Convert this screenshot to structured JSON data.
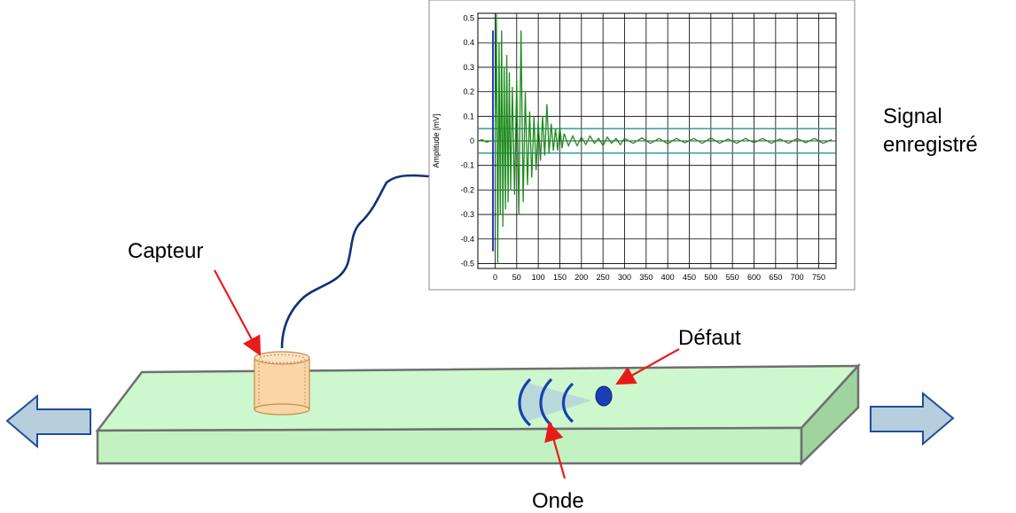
{
  "labels": {
    "sensor": "Capteur",
    "defect": "Défaut",
    "wave": "Onde",
    "signal_line1": "Signal",
    "signal_line2": "enregistré"
  },
  "colors": {
    "plate_face": "#cdf7cd",
    "plate_side": "#9fd49f",
    "arrow_fill": "#b7cfdc",
    "arrow_stroke": "#1f4e9a",
    "signal_green": "#1e8c1e",
    "threshold_teal": "#2a8f9a",
    "annotation_red": "#e81b1b",
    "defect_blue": "#1a3fb5",
    "cable_navy": "#13307a"
  },
  "icons": [
    "left-arrow-icon",
    "right-arrow-icon",
    "sensor-icon",
    "defect-icon",
    "wave-icon"
  ],
  "chart_data": {
    "type": "line",
    "title": "",
    "xlabel": "",
    "ylabel": "Amplitude [mV]",
    "xlim": [
      -40,
      790
    ],
    "ylim": [
      -0.52,
      0.52
    ],
    "xticks": [
      0,
      50,
      100,
      150,
      200,
      250,
      300,
      350,
      400,
      450,
      500,
      550,
      600,
      650,
      700,
      750
    ],
    "yticks": [
      -0.5,
      -0.4,
      -0.3,
      -0.2,
      -0.1,
      0,
      0.1,
      0.2,
      0.3,
      0.4,
      0.5
    ],
    "ytick_labels": [
      "-0.5",
      "-0.4",
      "-0.3",
      "-0.2",
      "-0.1",
      "0",
      "0.1",
      "0.2",
      "0.3",
      "0.4",
      "0.5"
    ],
    "grid": true,
    "thresholds": [
      0.05,
      -0.05
    ],
    "trigger": {
      "x": -5,
      "y_range": [
        -0.45,
        0.45
      ]
    },
    "series": [
      {
        "color": "green",
        "x": [
          -40,
          -30,
          -20,
          -10,
          0,
          3,
          6,
          9,
          12,
          15,
          18,
          21,
          24,
          27,
          30,
          33,
          36,
          40,
          45,
          50,
          55,
          60,
          65,
          70,
          75,
          80,
          85,
          90,
          95,
          100,
          105,
          110,
          115,
          120,
          125,
          130,
          135,
          140,
          145,
          150,
          155,
          160,
          170,
          180,
          190,
          200,
          210,
          220,
          230,
          240,
          250,
          260,
          270,
          280,
          290,
          300,
          320,
          340,
          360,
          380,
          400,
          420,
          440,
          460,
          480,
          500,
          520,
          540,
          560,
          580,
          600,
          620,
          640,
          660,
          680,
          700,
          720,
          740,
          760,
          780
        ],
        "y": [
          0.0,
          0.005,
          -0.005,
          0.0,
          0.0,
          0.52,
          -0.5,
          0.4,
          -0.3,
          0.45,
          -0.35,
          0.3,
          -0.28,
          0.35,
          -0.25,
          0.28,
          -0.2,
          0.22,
          -0.22,
          0.25,
          -0.3,
          0.45,
          -0.25,
          0.2,
          -0.18,
          0.12,
          -0.15,
          0.1,
          -0.12,
          0.08,
          -0.08,
          0.1,
          -0.06,
          0.15,
          -0.05,
          0.07,
          -0.04,
          0.05,
          -0.04,
          0.06,
          -0.03,
          0.03,
          -0.02,
          0.02,
          -0.02,
          0.015,
          -0.015,
          0.02,
          -0.01,
          0.01,
          -0.02,
          0.015,
          -0.01,
          0.01,
          -0.015,
          0.01,
          -0.01,
          0.012,
          -0.01,
          0.01,
          -0.012,
          0.01,
          -0.008,
          0.01,
          -0.01,
          0.012,
          -0.01,
          0.008,
          -0.01,
          0.01,
          -0.008,
          0.01,
          -0.01,
          0.008,
          -0.01,
          0.01,
          -0.008,
          0.01,
          -0.01,
          0.005
        ]
      }
    ]
  }
}
